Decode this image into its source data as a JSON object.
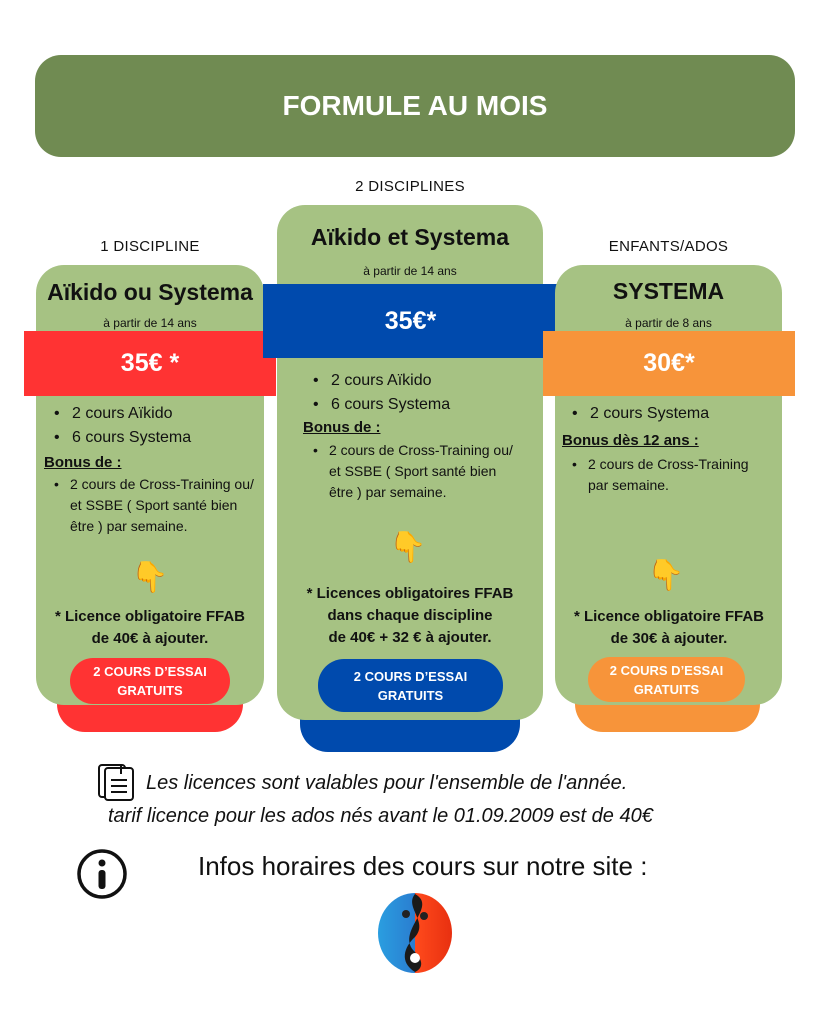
{
  "header": {
    "title": "FORMULE AU MOIS"
  },
  "plans": [
    {
      "category": "1 DISCIPLINE",
      "title": "Aïkido ou Systema",
      "age": "à partir de 14 ans",
      "price": "35€ *",
      "items": [
        "2 cours Aïkido",
        "6 cours Systema"
      ],
      "bonus_title": "Bonus de :",
      "bonus_items": [
        "2 cours de Cross-Training ou/ et SSBE ( Sport santé bien être ) par semaine."
      ],
      "licence": [
        "* Licence obligatoire FFAB",
        "de 40€ à ajouter."
      ],
      "cta": [
        "2 COURS D’ESSAI",
        "GRATUITS"
      ],
      "color": "#ff3333"
    },
    {
      "category": "2 DISCIPLINES",
      "title": "Aïkido et Systema",
      "age": "à partir de 14 ans",
      "price": "35€*",
      "items": [
        "2 cours Aïkido",
        "6 cours Systema"
      ],
      "bonus_title": "Bonus de :",
      "bonus_items": [
        "2 cours de Cross-Training ou/ et SSBE ( Sport santé bien être ) par semaine."
      ],
      "licence": [
        "* Licences obligatoires FFAB",
        "dans chaque discipline",
        "de 40€ + 32 € à ajouter."
      ],
      "cta": [
        "2 COURS D’ESSAI",
        "GRATUITS"
      ],
      "color": "#004aad"
    },
    {
      "category": "ENFANTS/ADOS",
      "title": "SYSTEMA",
      "age": "à partir de 8 ans",
      "price": "30€*",
      "items": [
        "2 cours Systema"
      ],
      "bonus_title": "Bonus dès 12 ans :",
      "bonus_items": [
        "2 cours de Cross-Training par semaine."
      ],
      "licence": [
        "* Licence obligatoire FFAB",
        "de 30€ à ajouter."
      ],
      "cta": [
        "2 COURS D’ESSAI",
        "GRATUITS"
      ],
      "color": "#f7943a"
    }
  ],
  "notes": {
    "line1": "Les licences sont valables pour l'ensemble de l'année.",
    "line2": "tarif licence pour les ados nés avant le 01.09.2009 est de 40€",
    "info": "Infos horaires des cours sur notre site :"
  }
}
